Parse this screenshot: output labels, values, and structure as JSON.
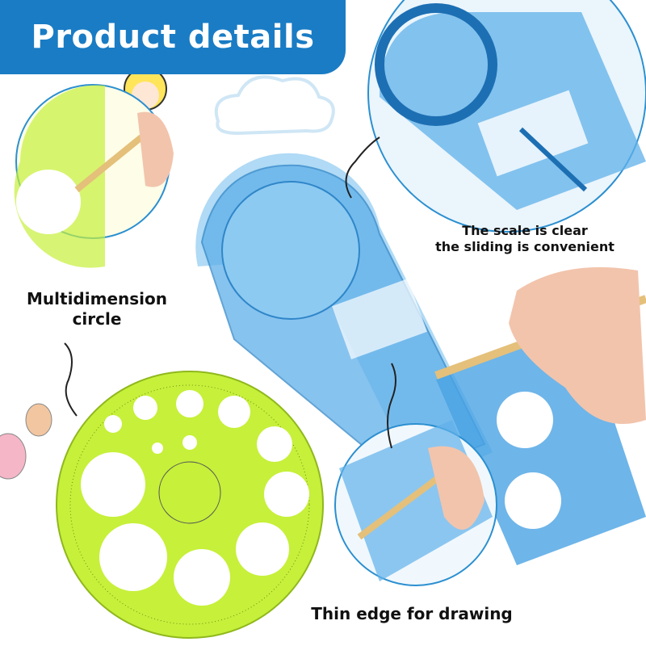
{
  "header": {
    "title": "Product details"
  },
  "captions": {
    "multidimension_line1": "Multidimension",
    "multidimension_line2": "circle",
    "scale_line1": "The scale is clear",
    "scale_line2": "the sliding is convenient",
    "thin_edge": "Thin edge for drawing"
  },
  "colors": {
    "banner": "#1a7cc4",
    "ruler_blue": "#4fa9e8",
    "circle_green": "#c6f03a",
    "callout_stroke": "#2b8fd0"
  }
}
